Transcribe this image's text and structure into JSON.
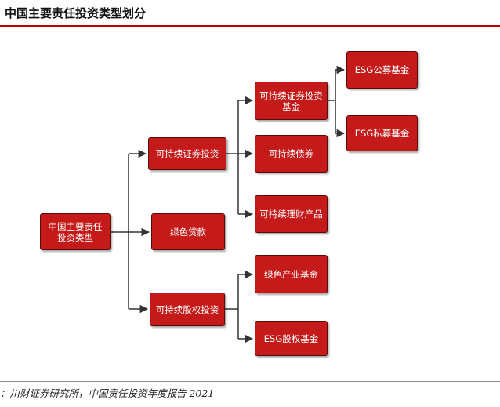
{
  "header": {
    "title": "中国主要责任投资类型划分"
  },
  "diagram": {
    "root": {
      "label": "中国主要责任投资类型"
    },
    "branches": {
      "securities": {
        "label": "可持续证券投资"
      },
      "green_loan": {
        "label": "绿色贷款"
      },
      "equity": {
        "label": "可持续股权投资"
      }
    },
    "leaves": {
      "securities_fund": {
        "label": "可持续证券投资基金"
      },
      "bonds": {
        "label": "可持续债券"
      },
      "wealth_products": {
        "label": "可持续理财产品"
      },
      "green_industry_fund": {
        "label": "绿色产业基金"
      },
      "esg_equity_fund": {
        "label": "ESG股权基金"
      },
      "esg_public_fund": {
        "label": "ESG公募基金"
      },
      "esg_private_fund": {
        "label": "ESG私募基金"
      }
    },
    "colors": {
      "node_fill": "#c41a1a",
      "node_border": "#5a0a0a",
      "connector": "#333333",
      "rule": "#c00000"
    }
  },
  "footer": {
    "source": "：川财证券研究所，中国责任投资年度报告 2021"
  }
}
